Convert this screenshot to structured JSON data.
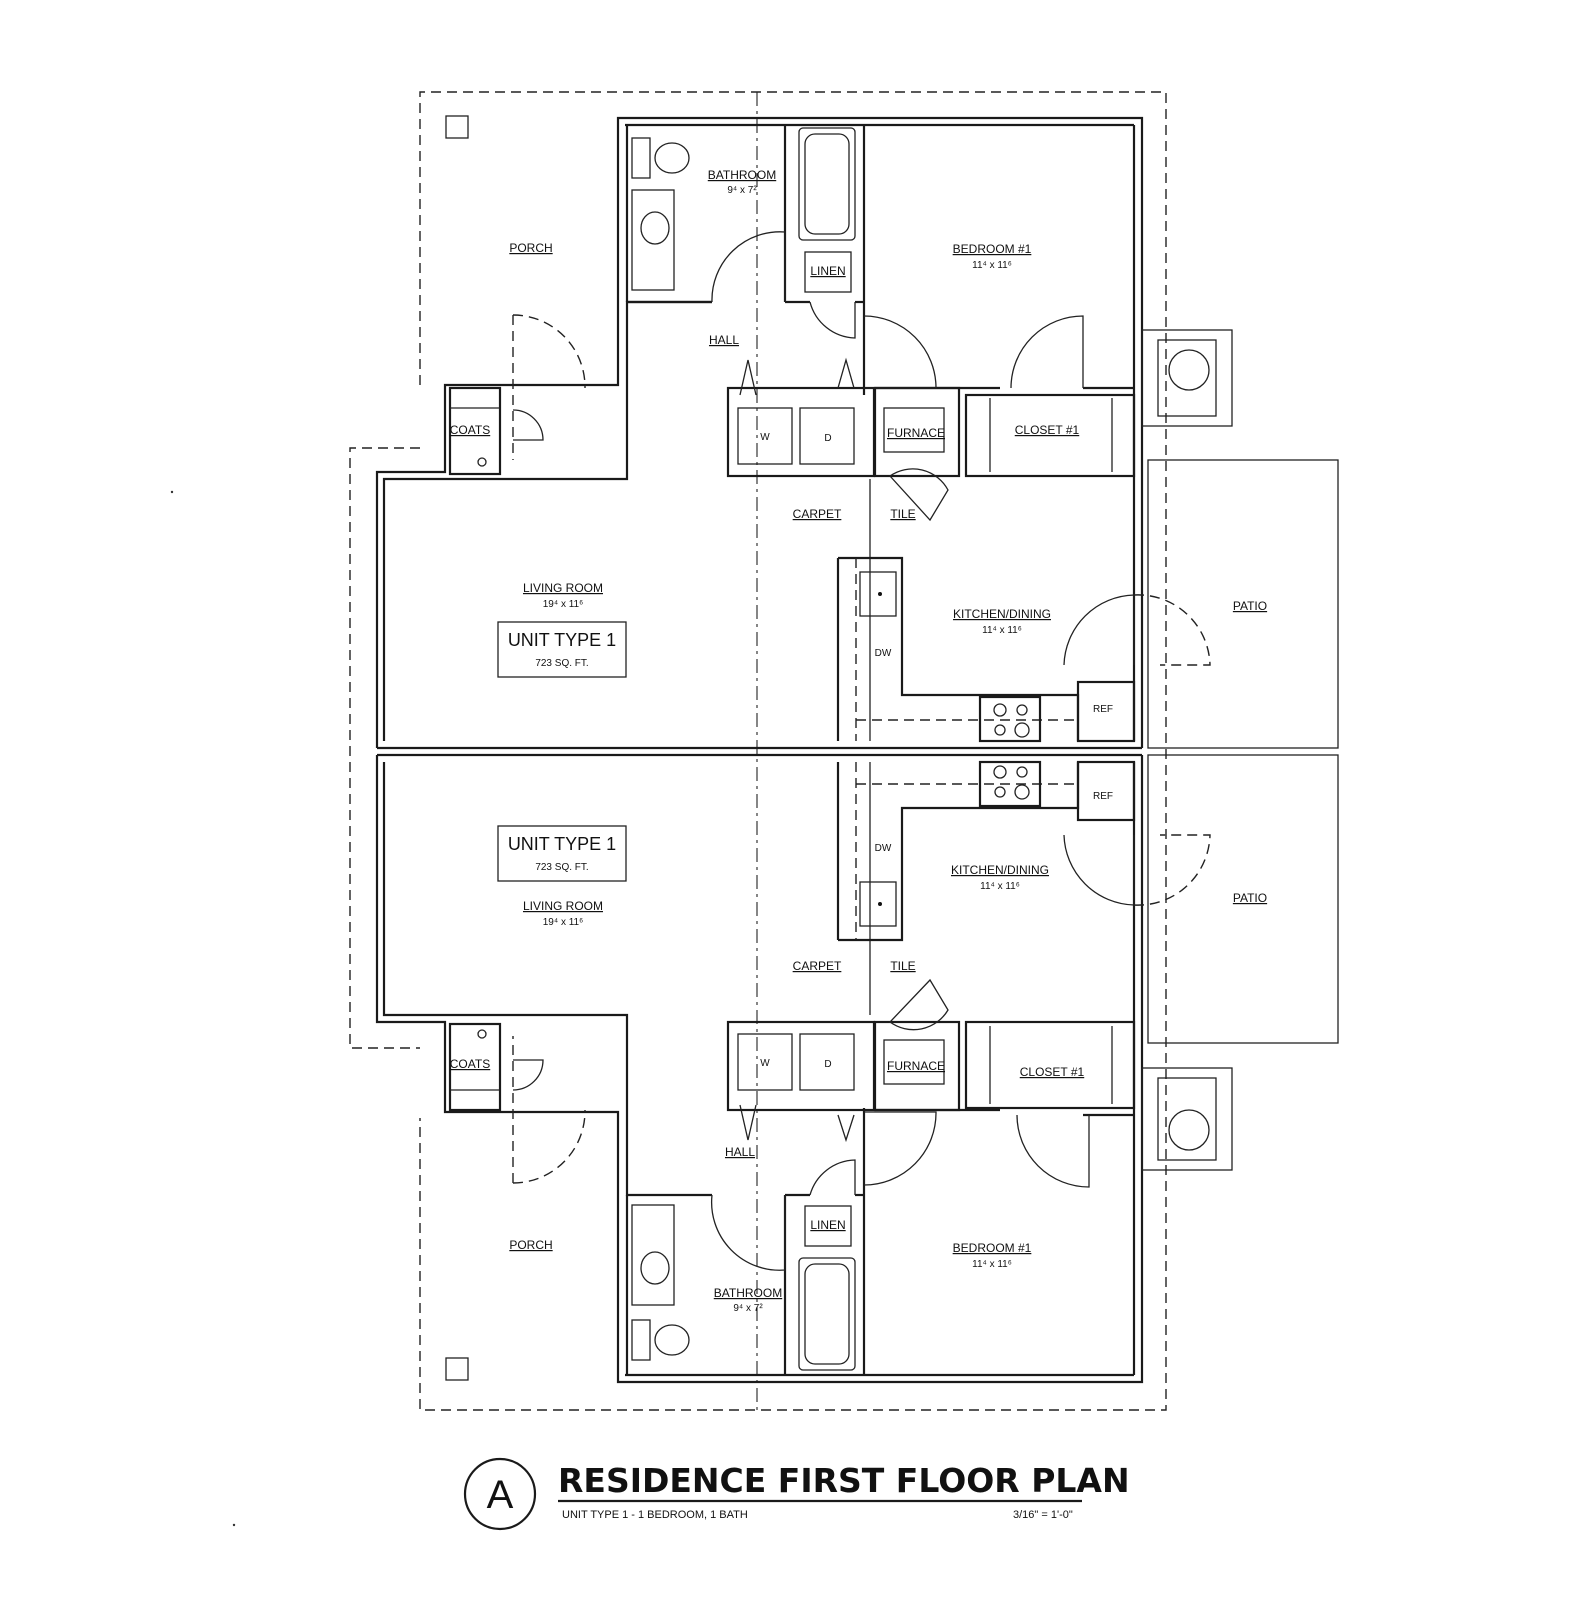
{
  "title_block": {
    "marker": "A",
    "title": "RESIDENCE FIRST FLOOR PLAN",
    "subtitle": "UNIT TYPE 1 - 1 BEDROOM, 1 BATH",
    "scale": "3/16\" = 1'-0\""
  },
  "unit_top": {
    "porch": "PORCH",
    "bathroom": "BATHROOM",
    "bathroom_dim": "9⁴ x 7²",
    "linen": "LINEN",
    "bedroom": "BEDROOM #1",
    "bedroom_dim": "11⁴ x 11⁶",
    "hall": "HALL",
    "coats": "COATS",
    "washer": "W",
    "dryer": "D",
    "furnace": "FURNACE",
    "closet": "CLOSET #1",
    "carpet": "CARPET",
    "tile": "TILE",
    "living_room": "LIVING ROOM",
    "living_room_dim": "19⁴ x 11⁶",
    "unit_type": "UNIT TYPE 1",
    "unit_area": "723 SQ. FT.",
    "kitchen": "KITCHEN/DINING",
    "kitchen_dim": "11⁴ x 11⁶",
    "dishwasher": "DW",
    "refrigerator": "REF",
    "patio": "PATIO"
  },
  "unit_bottom": {
    "porch": "PORCH",
    "bathroom": "BATHROOM",
    "bathroom_dim": "9⁴ x 7²",
    "linen": "LINEN",
    "bedroom": "BEDROOM #1",
    "bedroom_dim": "11⁴ x 11⁶",
    "hall": "HALL",
    "coats": "COATS",
    "washer": "W",
    "dryer": "D",
    "furnace": "FURNACE",
    "closet": "CLOSET #1",
    "carpet": "CARPET",
    "tile": "TILE",
    "living_room": "LIVING ROOM",
    "living_room_dim": "19⁴ x 11⁶",
    "unit_type": "UNIT TYPE 1",
    "unit_area": "723 SQ. FT.",
    "kitchen": "KITCHEN/DINING",
    "kitchen_dim": "11⁴ x 11⁶",
    "dishwasher": "DW",
    "refrigerator": "REF",
    "patio": "PATIO"
  }
}
